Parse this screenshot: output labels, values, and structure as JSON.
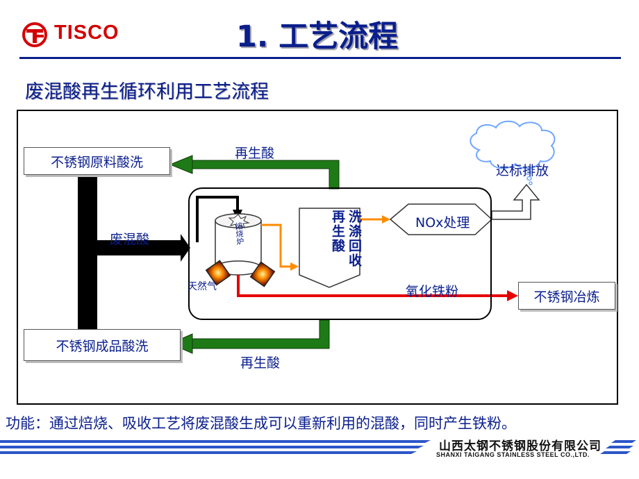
{
  "header": {
    "logo_text": "TISCO",
    "title": "1. 工艺流程",
    "subtitle": "废混酸再生循环利用工艺流程"
  },
  "diagram": {
    "box_raw_pickling": "不锈钢原料酸洗",
    "box_product_pickling": "不锈钢成品酸洗",
    "box_steelmaking": "不锈钢冶炼",
    "label_regen_acid_top": "再生酸",
    "label_regen_acid_bottom": "再生酸",
    "label_waste_acid": "废混酸",
    "label_discharge": "达标排放",
    "label_furnace": "焙烧炉",
    "label_washer": "洗涤回收再生酸",
    "label_nox": "NOx处理",
    "label_natural_gas": "天然气",
    "label_iron_oxide": "氧化铁粉"
  },
  "footer": {
    "note": "功能：通过焙烧、吸收工艺将废混酸生成可以重新利用的混酸，同时产生铁粉。",
    "company_cn": "山西太钢不锈钢股份有限公司",
    "company_en": "SHANXI TAIGANG STAINLESS STEEL CO.,LTD."
  },
  "colors": {
    "title_blue": "#0a1e8c",
    "logo_red": "#d40000",
    "green_flow": "#1e7a16",
    "orange_flow": "#ff8c00",
    "red_flow": "#e60000"
  }
}
